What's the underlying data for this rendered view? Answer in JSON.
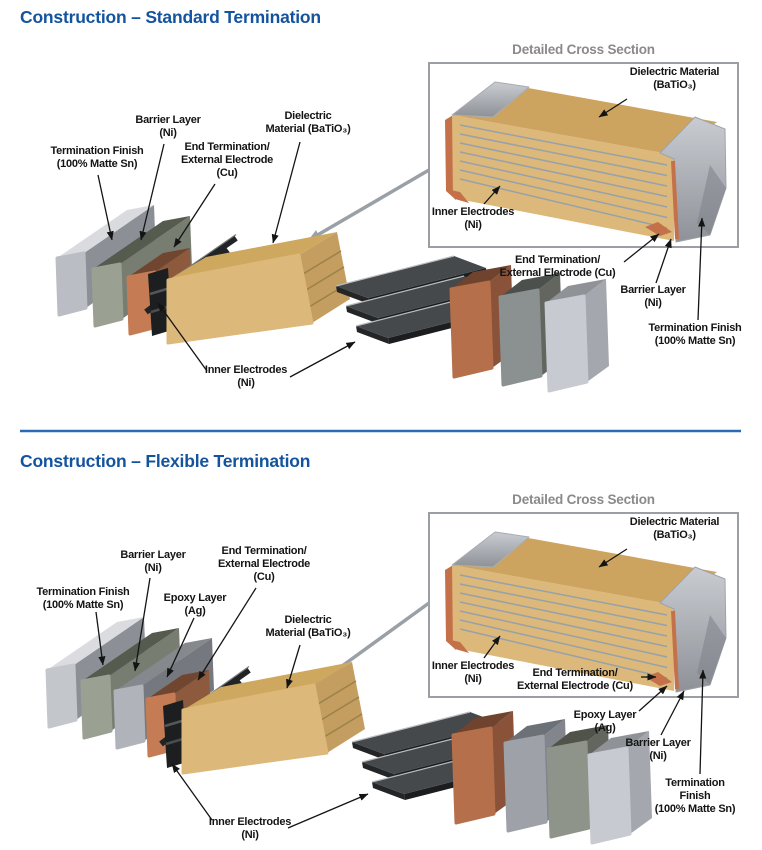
{
  "page": {
    "background": "#FFFFFF"
  },
  "colors": {
    "title_blue": "#14549E",
    "divider_blue": "#2A6BB5",
    "cross_section_heading_gray": "#8A8A8A",
    "box_border_gray": "#9B9FA4",
    "label_text": "#141414",
    "dielectric_tan": "#DCB87A",
    "copper": "#C4714A",
    "nickel_dark": "#565B50",
    "tin_silver": "#C6CAD0",
    "electrode_dark": "#2B2D2F"
  },
  "sections": [
    {
      "title": "Construction – Standard Termination",
      "exploded": {
        "termination_finish": "Termination Finish\n(100% Matte Sn)",
        "barrier_layer": "Barrier Layer\n(Ni)",
        "end_termination": "End Termination/\nExternal Electrode\n(Cu)",
        "dielectric": "Dielectric\nMaterial (BaTiO₃)",
        "inner_electrodes": "Inner Electrodes\n(Ni)"
      },
      "cross_section": {
        "heading": "Detailed Cross Section",
        "dielectric": "Dielectric Material\n(BaTiO₃)",
        "inner_electrodes": "Inner Electrodes\n(Ni)",
        "end_termination": "End Termination/\nExternal Electrode (Cu)",
        "barrier_layer": "Barrier Layer\n(Ni)",
        "termination_finish": "Termination Finish\n(100% Matte Sn)"
      }
    },
    {
      "title": "Construction – Flexible Termination",
      "exploded": {
        "termination_finish": "Termination Finish\n(100% Matte Sn)",
        "barrier_layer": "Barrier Layer\n(Ni)",
        "epoxy_layer": "Epoxy Layer\n(Ag)",
        "end_termination": "End Termination/\nExternal Electrode\n(Cu)",
        "dielectric": "Dielectric\nMaterial (BaTiO₃)",
        "inner_electrodes": "Inner Electrodes\n(Ni)"
      },
      "cross_section": {
        "heading": "Detailed Cross Section",
        "dielectric": "Dielectric Material\n(BaTiO₃)",
        "inner_electrodes": "Inner Electrodes\n(Ni)",
        "end_termination": "End Termination/\nExternal Electrode (Cu)",
        "epoxy_layer": "Epoxy Layer\n(Ag)",
        "barrier_layer": "Barrier Layer\n(Ni)",
        "termination_finish": "Termination\nFinish\n(100% Matte Sn)"
      }
    }
  ]
}
